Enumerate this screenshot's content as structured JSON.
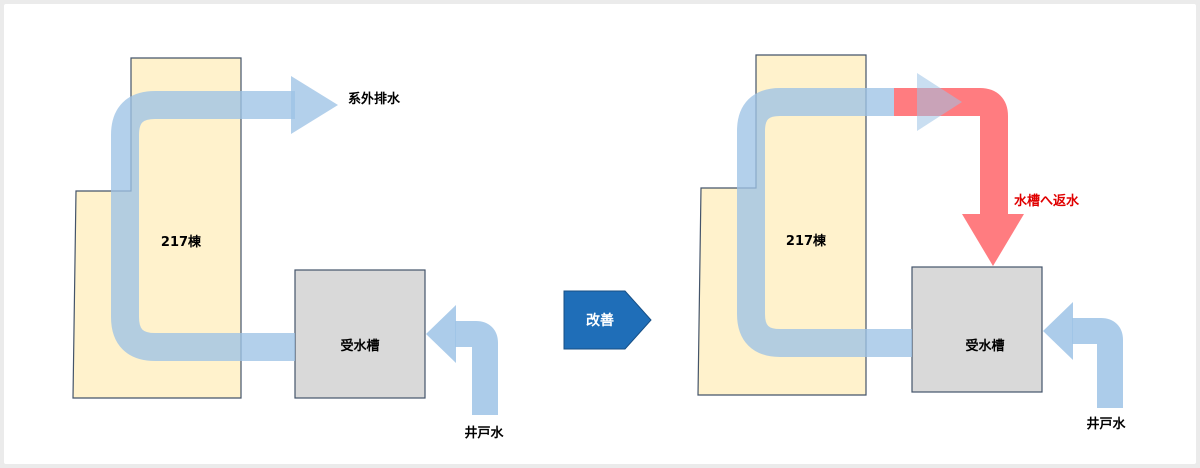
{
  "before": {
    "building_label": "217棟",
    "tank_label": "受水槽",
    "drain_label": "系外排水",
    "well_label": "井戸水"
  },
  "transition": {
    "label": "改善"
  },
  "after": {
    "building_label": "217棟",
    "tank_label": "受水槽",
    "return_label": "水槽へ返水",
    "well_label": "井戸水"
  },
  "colors": {
    "building_fill": "#fff2cc",
    "building_stroke": "#44546a",
    "tank_fill": "#d9d9d9",
    "flow_blue": "#9dc3e6",
    "return_red": "#ff7c80",
    "return_text": "#e00000",
    "improve_fill": "#1f6eb8"
  }
}
